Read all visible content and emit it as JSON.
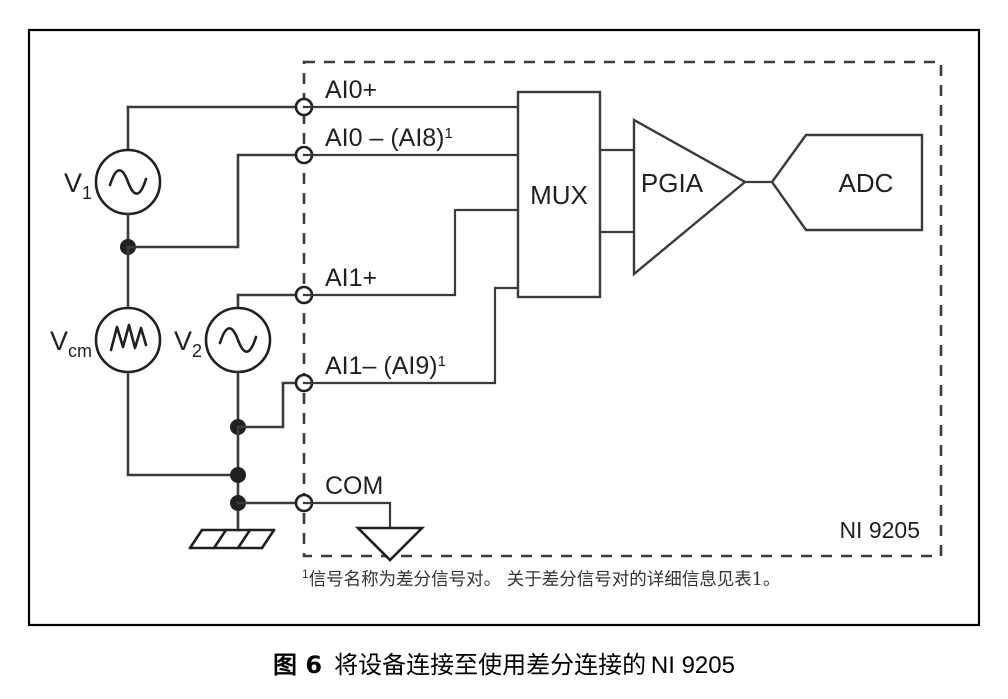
{
  "figure": {
    "caption_number": "图 6",
    "caption_text": "将设备连接至使用差分连接的",
    "caption_device": "NI 9205",
    "device_label": "NI 9205",
    "footnote_mark": "1",
    "footnote_text": "信号名称为差分信号对。 关于差分信号对的详细信息见表1。"
  },
  "terminals": [
    {
      "id": "ai0p",
      "label_main": "AI0+",
      "label_sup": ""
    },
    {
      "id": "ai0m",
      "label_main": "AI0 – (AI8)",
      "label_sup": "1"
    },
    {
      "id": "ai1p",
      "label_main": "AI1+",
      "label_sup": ""
    },
    {
      "id": "ai1m",
      "label_main": "AI1– (AI9)",
      "label_sup": "1"
    },
    {
      "id": "com",
      "label_main": "COM",
      "label_sup": ""
    }
  ],
  "sources": [
    {
      "id": "v1",
      "name": "V",
      "subscript": "1",
      "waveform": "sine"
    },
    {
      "id": "vcm",
      "name": "V",
      "subscript": "cm",
      "waveform": "noise"
    },
    {
      "id": "v2",
      "name": "V",
      "subscript": "2",
      "waveform": "sine"
    }
  ],
  "blocks": [
    {
      "id": "mux",
      "label": "MUX",
      "shape": "rectangle"
    },
    {
      "id": "pgia",
      "label": "PGIA",
      "shape": "triangle"
    },
    {
      "id": "adc",
      "label": "ADC",
      "shape": "pentagon"
    }
  ],
  "colors": {
    "wire": "#3b3b3b",
    "text": "#231f20",
    "border": "#000000",
    "background": "#ffffff"
  }
}
